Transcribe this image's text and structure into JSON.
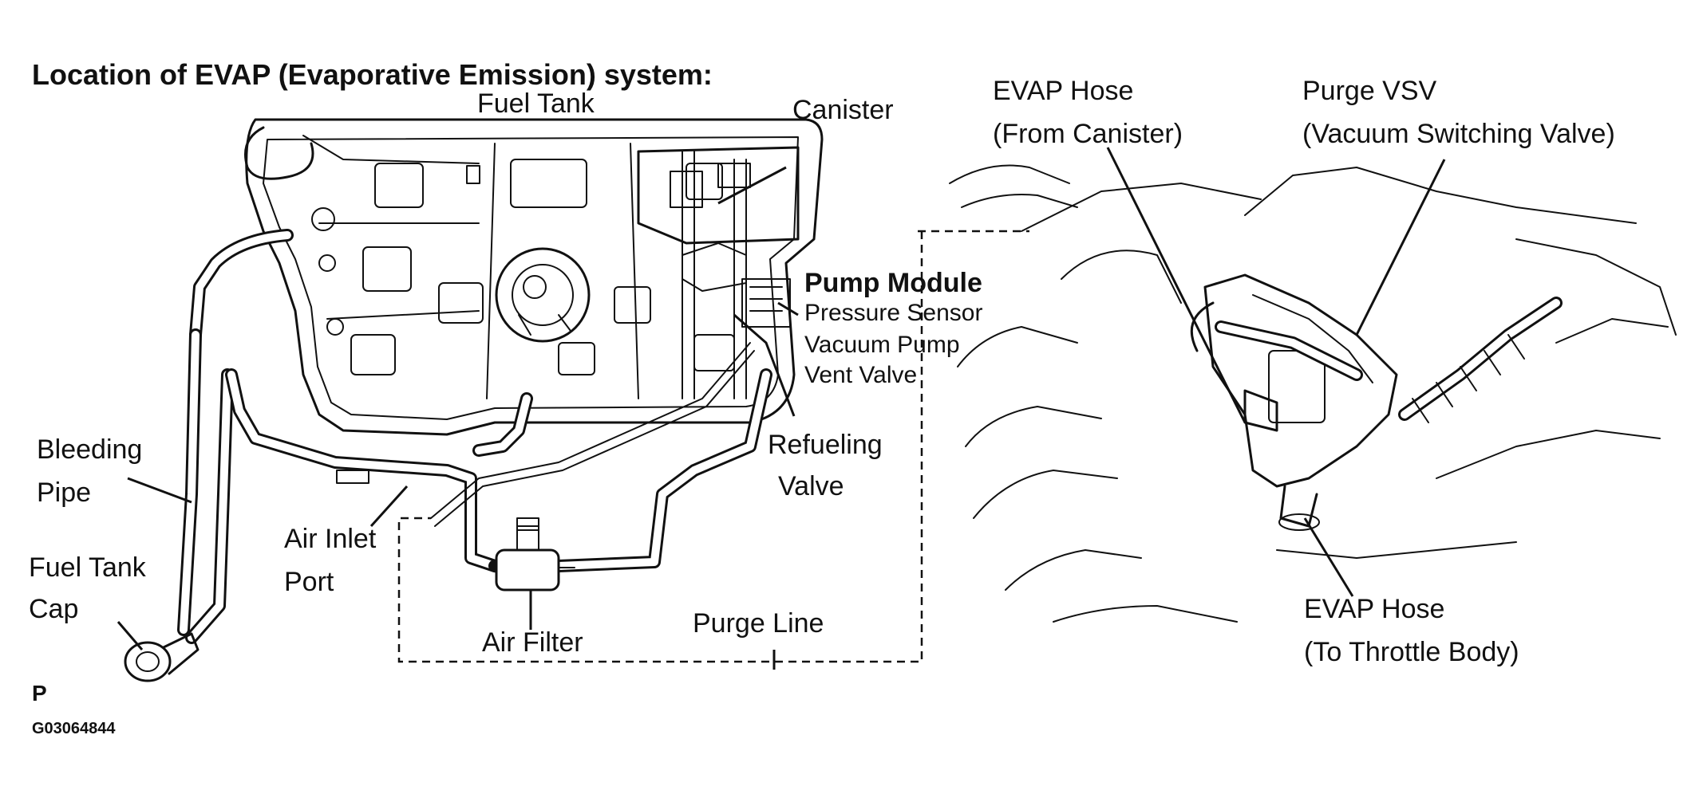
{
  "title": "Location of EVAP (Evaporative Emission) system:",
  "labels": {
    "fuel_tank": "Fuel Tank",
    "canister": "Canister",
    "pump_module": "Pump Module",
    "pressure_sensor": "Pressure Sensor",
    "vacuum_pump": "Vacuum Pump",
    "vent_valve": "Vent Valve",
    "refueling_valve_1": "Refueling",
    "refueling_valve_2": "Valve",
    "bleeding_pipe_1": "Bleeding",
    "bleeding_pipe_2": "Pipe",
    "fuel_tank_cap_1": "Fuel Tank",
    "fuel_tank_cap_2": "Cap",
    "air_inlet_port_1": "Air Inlet",
    "air_inlet_port_2": "Port",
    "air_filter": "Air Filter",
    "purge_line": "Purge Line",
    "evap_hose_from_1": "EVAP Hose",
    "evap_hose_from_2": "(From Canister)",
    "purge_vsv_1": "Purge VSV",
    "purge_vsv_2": "(Vacuum Switching Valve)",
    "evap_hose_to_1": "EVAP Hose",
    "evap_hose_to_2": "(To Throttle Body)"
  },
  "corner_mark": "P",
  "figure_id": "G03064844"
}
